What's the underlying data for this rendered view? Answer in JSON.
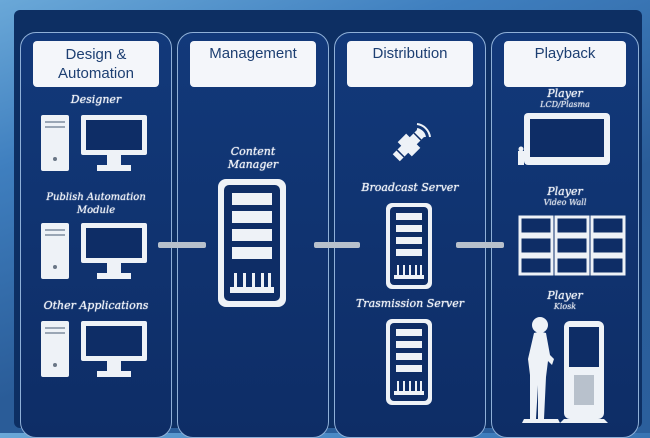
{
  "columns": {
    "design": "Design &\nAutomation",
    "management": "Management",
    "distribution": "Distribution",
    "playback": "Playback"
  },
  "labels": {
    "designer": "Designer",
    "publish": "Publish Automation\nModule",
    "other": "Other Applications",
    "content_manager": "Content\nManager",
    "broadcast_server": "Broadcast Server",
    "transmission_server": "Trasmission Server",
    "player_lcd": "Player",
    "player_lcd_sub": "LCD/Plasma",
    "player_wall": "Player",
    "player_wall_sub": "Video Wall",
    "player_kiosk": "Player",
    "player_kiosk_sub": "Kiosk"
  },
  "colors": {
    "panel": "#0e2d66",
    "header": "#f4f6fa",
    "connector": "#b8c1cc"
  },
  "icons": [
    "computer-icon",
    "server-rack-icon",
    "satellite-icon",
    "lcd-screen-icon",
    "video-wall-icon",
    "kiosk-icon"
  ]
}
